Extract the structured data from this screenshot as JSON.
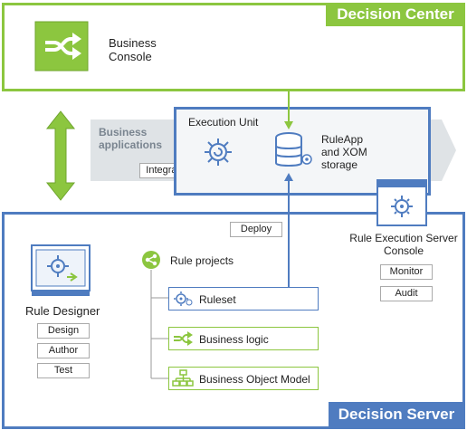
{
  "decision_center": {
    "title": "Decision Center",
    "business_console_line1": "Business",
    "business_console_line2": "Console"
  },
  "business_applications": {
    "line1": "Business",
    "line2": "applications",
    "integrate": "Integrate"
  },
  "execution_unit": {
    "title": "Execution Unit",
    "storage_line1": "RuleApp",
    "storage_line2": "and XOM",
    "storage_line3": "storage"
  },
  "decision_server": {
    "title": "Decision Server",
    "deploy": "Deploy",
    "res_console_line1": "Rule Execution Server",
    "res_console_line2": "Console",
    "monitor": "Monitor",
    "audit": "Audit"
  },
  "rule_designer": {
    "title": "Rule Designer",
    "buttons": [
      "Design",
      "Author",
      "Test"
    ]
  },
  "rule_projects": {
    "title": "Rule projects",
    "items": [
      "Ruleset",
      "Business logic",
      "Business Object Model"
    ]
  },
  "colors": {
    "green": "#8cc63f",
    "blue": "#4f7cc0",
    "gray_arrow": "#dfe3e6"
  }
}
